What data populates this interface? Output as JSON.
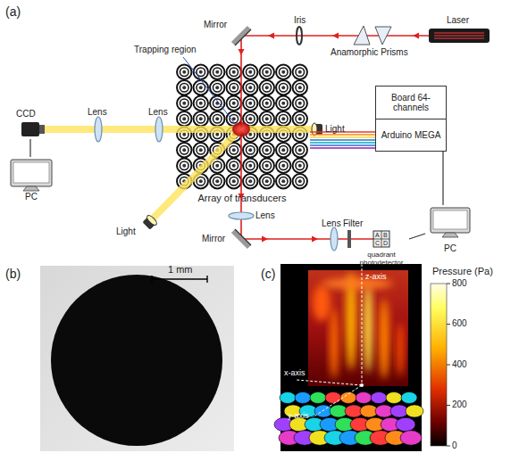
{
  "diagram": {
    "nodes": [
      {
        "text": [
          "CCD"
        ]
      },
      {
        "text": [
          "PC"
        ]
      },
      {
        "text": [
          "Array of transducers"
        ]
      },
      {
        "text": [
          "Board 64-channels",
          "Arduino MEGA"
        ]
      },
      {
        "text": [
          "quadrant photodetector"
        ]
      },
      {
        "text": [
          "PC"
        ]
      }
    ],
    "edges": [
      {
        "from": 0,
        "to": 1,
        "arrow": "none"
      },
      {
        "from": 2,
        "to": 3,
        "arrow": "none"
      },
      {
        "from": 3,
        "to": 5,
        "arrow": "none"
      },
      {
        "from": 4,
        "to": 5,
        "arrow": "none"
      }
    ],
    "labels": [
      "(a)",
      "Laser",
      "Anamorphic Prisms",
      "Iris",
      "Mirror",
      "Trapping region",
      "Lens",
      "Lens",
      "Light",
      "Light",
      "Lens",
      "Mirror",
      "Lens",
      "Filter",
      "A",
      "B",
      "C",
      "D",
      "(b)",
      "1 mm",
      "(c)",
      "z-axis",
      "x-axis",
      "y-axis",
      "Pressure (Pa)",
      "800",
      "600",
      "400",
      "200",
      "0"
    ]
  }
}
